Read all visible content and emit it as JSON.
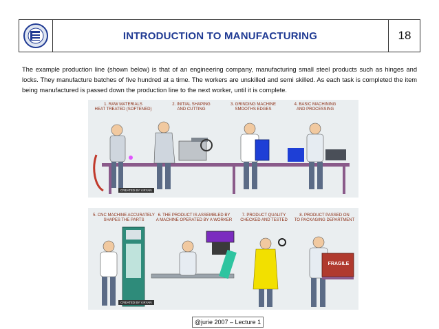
{
  "slide": {
    "title": "INTRODUCTION TO MANUFACTURING",
    "number": "18",
    "paragraph": "The example production line (shown below) is that of an engineering company, manufacturing small steel products such as hinges and locks. They manufacture batches of five hundred at a time. The workers are unskilled and semi skilled. As each task is completed the item being manufactured is passed down the production line to the next worker, until it is complete.",
    "footer": "@jurie 2007 – Lecture 1"
  },
  "colors": {
    "title": "#1f3a93",
    "caption": "#8b2a10",
    "bench": "#8a5a8a",
    "panel_bg": "#eaeef0"
  },
  "diagram": {
    "top_steps": [
      {
        "num": "1.",
        "line1": "RAW MATERIALS",
        "line2": "HEAT TREATED (SOFTENED)"
      },
      {
        "num": "2.",
        "line1": "INITIAL SHAPING",
        "line2": "AND CUTTING"
      },
      {
        "num": "3.",
        "line1": "GRINDING MACHINE",
        "line2": "SMOOTHS EDGES"
      },
      {
        "num": "4.",
        "line1": "BASIC MACHINING",
        "line2": "AND PROCESSING"
      }
    ],
    "bottom_steps": [
      {
        "num": "5.",
        "line1": "CNC MACHINE ACCURATELY",
        "line2": "SHAPES THE PARTS"
      },
      {
        "num": "6.",
        "line1": "THE PRODUCT IS ASSEMBLED BY",
        "line2": "A MACHINE OPERATED BY A WORKER"
      },
      {
        "num": "7.",
        "line1": "PRODUCT QUALITY",
        "line2": "CHECKED AND TESTED"
      },
      {
        "num": "8.",
        "line1": "PRODUCT PASSED ON",
        "line2": "TO PACKAGING DEPARTMENT"
      }
    ],
    "credit": "CREATED BY V.RYAN",
    "box_label": "FRAGILE"
  }
}
